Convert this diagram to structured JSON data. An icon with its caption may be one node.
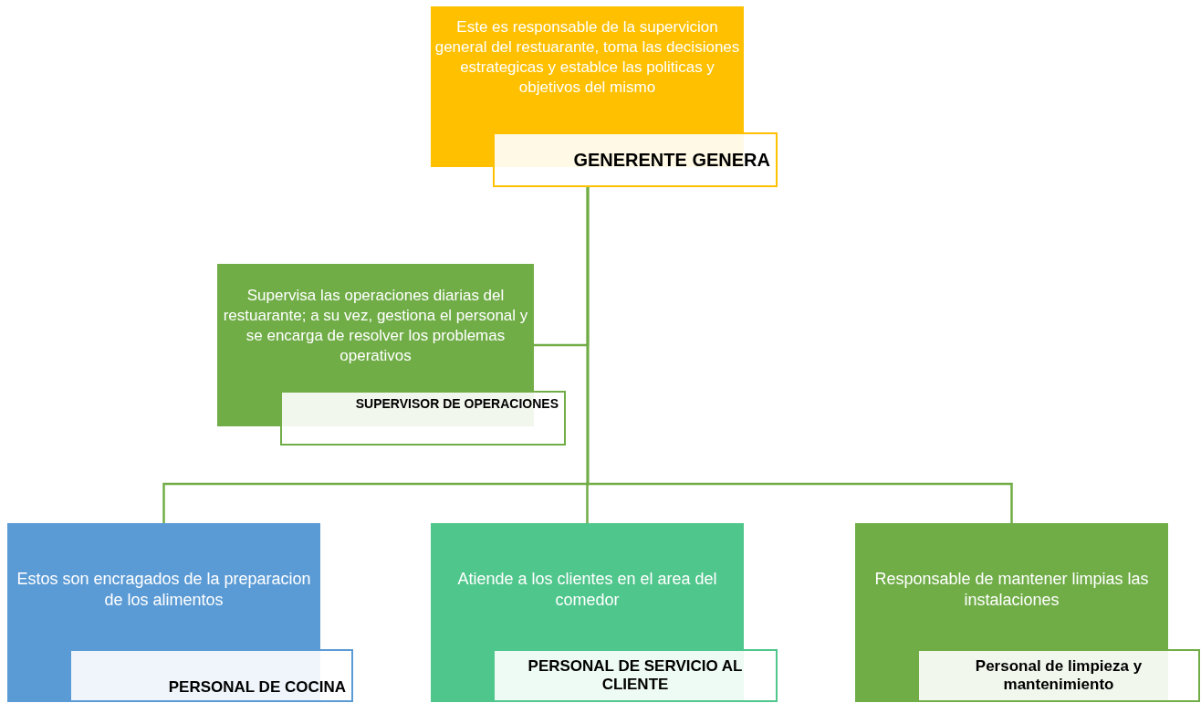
{
  "diagram": {
    "nodes": [
      {
        "text": [
          "Este es responsable de la supervicion general del restuarante, toma las decisiones estrategicas y establce las politicas y objetivos del mismo",
          "GENERENTE GENERA"
        ]
      },
      {
        "text": [
          "Supervisa las operaciones diarias del restuarante; a su vez, gestiona el personal y se encarga de resolver los problemas operativos",
          "SUPERVISOR DE OPERACIONES"
        ]
      },
      {
        "text": [
          "Estos son encragados de la preparacion de los alimentos",
          "PERSONAL DE COCINA"
        ]
      },
      {
        "text": [
          "Atiende a los clientes en el area del comedor",
          "PERSONAL DE SERVICIO AL CLIENTE"
        ]
      },
      {
        "text": [
          "Responsable de mantener limpias las instalaciones",
          "Personal de limpieza y mantenimiento"
        ]
      }
    ],
    "edges": [
      {
        "from": 0,
        "to": 1,
        "arrow": "none"
      },
      {
        "from": 0,
        "to": 2,
        "arrow": "none"
      },
      {
        "from": 0,
        "to": 3,
        "arrow": "none"
      },
      {
        "from": 0,
        "to": 4,
        "arrow": "none"
      }
    ]
  }
}
